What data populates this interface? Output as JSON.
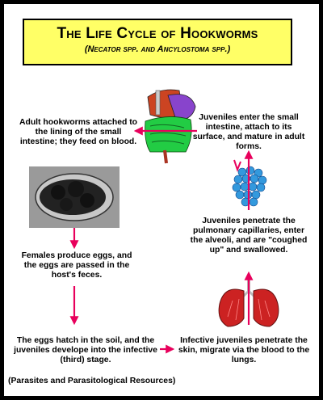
{
  "title": "The Life Cycle of Hookworms",
  "subtitle": {
    "genus1": "Necator",
    "spp1": "spp.",
    "and": "and",
    "genus2": "Ancylostoma",
    "spp2": "spp."
  },
  "steps": {
    "adults": "Adult hookworms attached to the lining of the small intestine; they feed on blood.",
    "eggs_passed": "Females produce eggs, and the eggs are passed in the host's feces.",
    "hatch": "The eggs hatch in the soil, and the juveniles develope into the infective (third) stage.",
    "penetrate_skin": "Infective juveniles penetrate the skin, migrate via the blood to the lungs.",
    "lungs": "Juveniles penetrate the pulmonary capillaries, enter the alveoli, and are \"coughed up\" and swallowed.",
    "intestine": "Juveniles enter the small intestine, attach to its surface, and mature in adult forms."
  },
  "credit": "(Parasites and Parasitological Resources)",
  "colors": {
    "arrow": "#e8005c",
    "title_bg": "#ffff66",
    "lung": "#cc2222",
    "alveoli": "#3399dd"
  }
}
